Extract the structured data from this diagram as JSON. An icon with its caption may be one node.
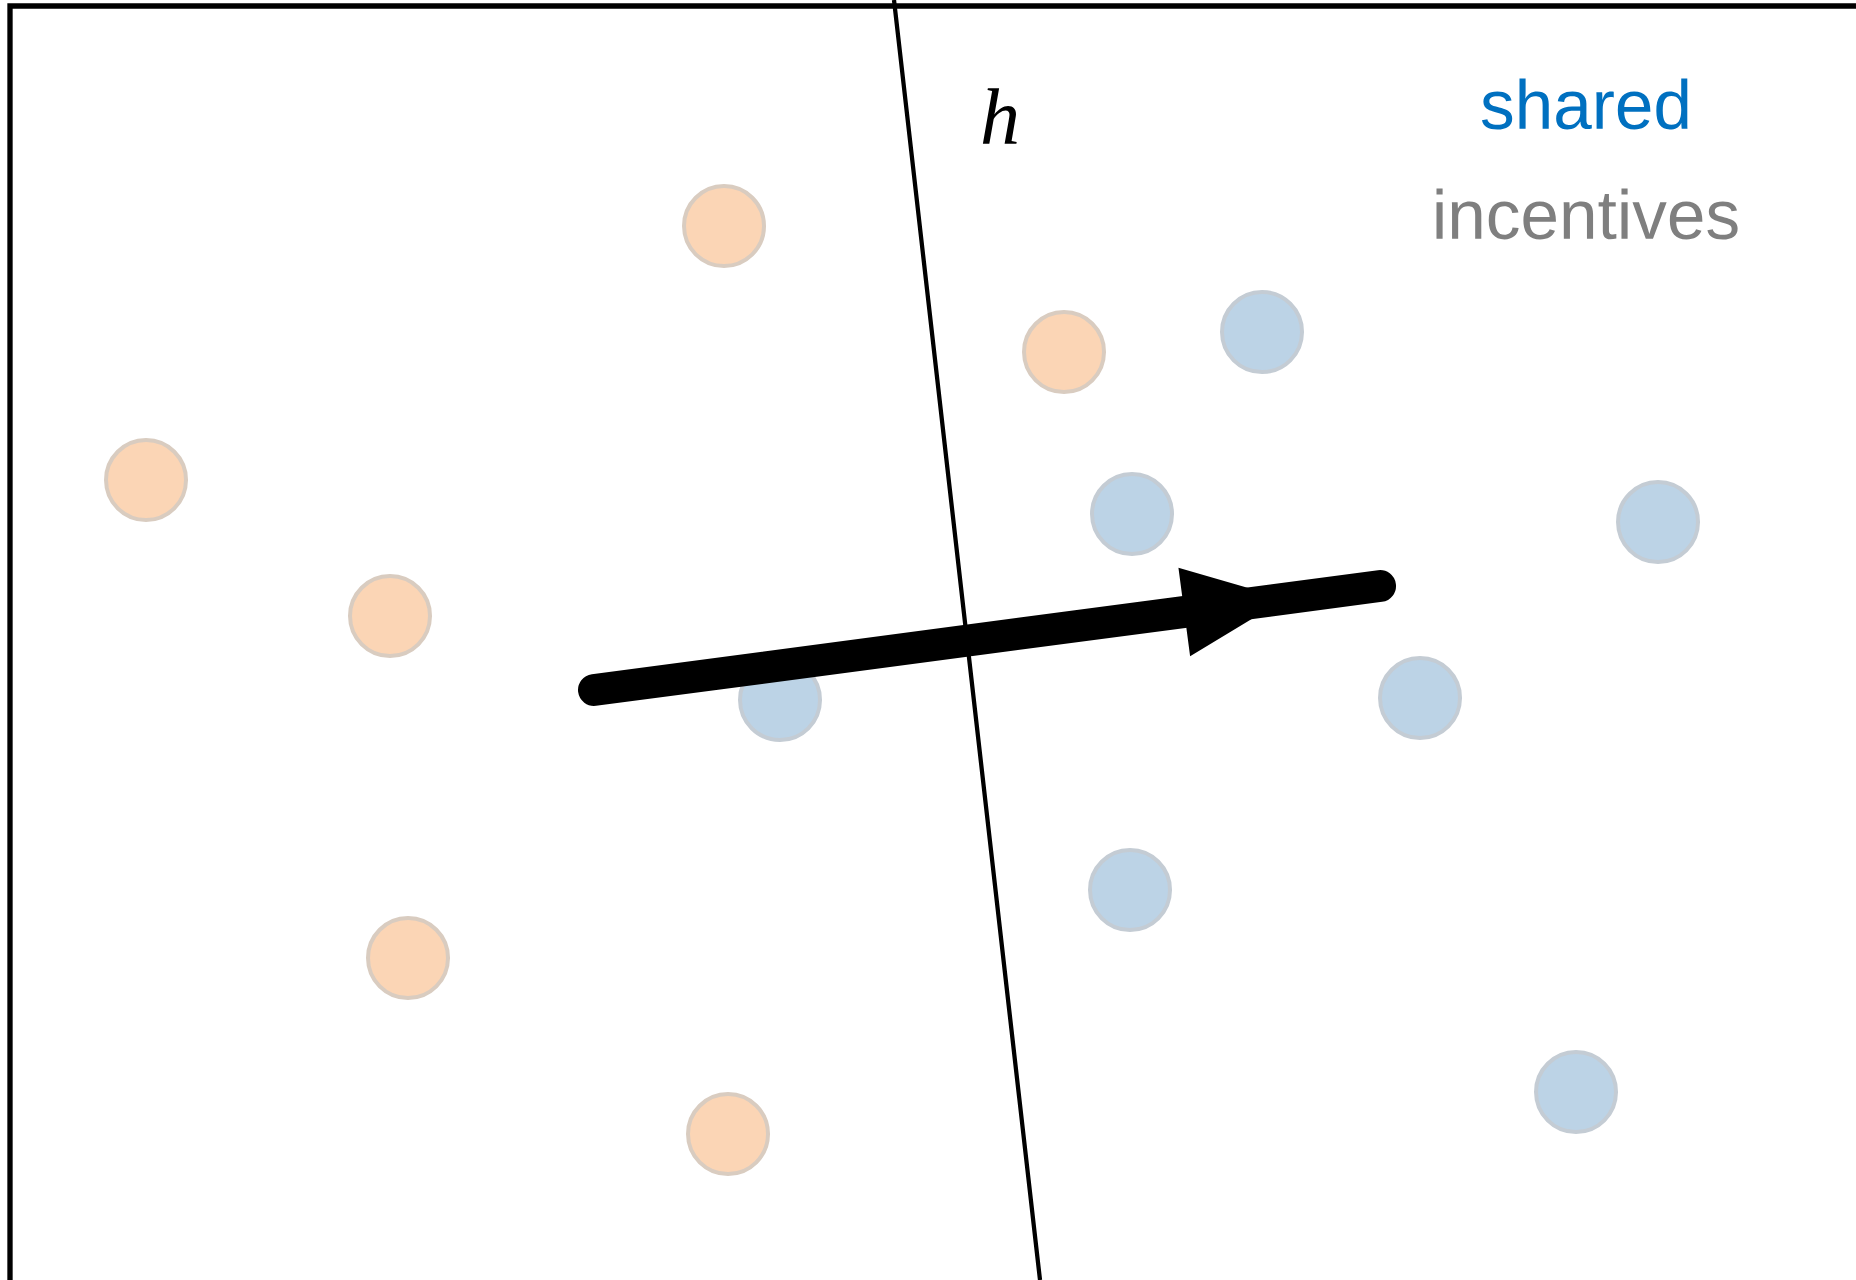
{
  "diagram": {
    "labels": [
      "h",
      "shared",
      "incentives"
    ]
  }
}
